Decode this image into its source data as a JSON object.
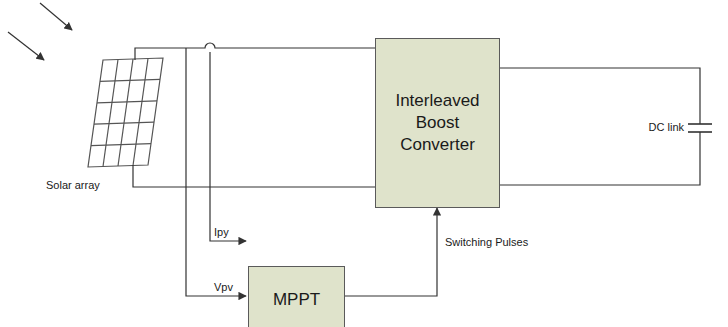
{
  "diagram": {
    "nodes": [
      {
        "text": [
          "Interleaved Boost Converter"
        ]
      },
      {
        "text": [
          "MPPT"
        ]
      }
    ],
    "edges": [
      {
        "from": 1,
        "to": 0,
        "arrow": "to",
        "label": "Switching Pulses"
      }
    ],
    "labels": [
      "Solar array",
      "Ipy",
      "Vpv",
      "DC link"
    ]
  }
}
